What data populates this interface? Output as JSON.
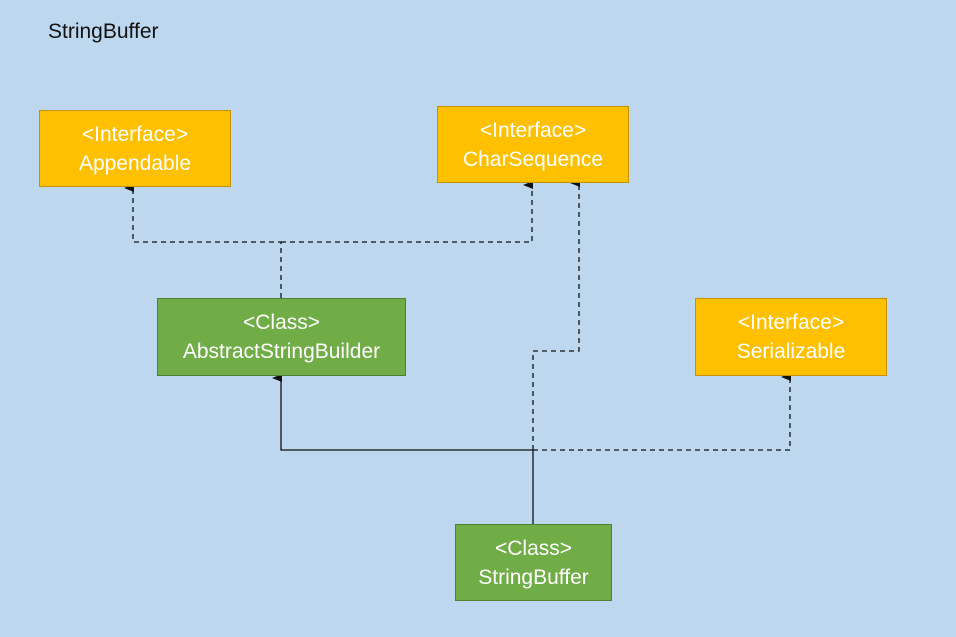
{
  "title": "StringBuffer",
  "colors": {
    "background": "#bdd7ee",
    "interface_fill": "#ffc000",
    "class_fill": "#70ad47",
    "node_text": "#ffffff",
    "line": "#111111"
  },
  "nodes": {
    "appendable": {
      "stereotype": "<Interface>",
      "name": "Appendable"
    },
    "charsequence": {
      "stereotype": "<Interface>",
      "name": "CharSequence"
    },
    "abstract_string_builder": {
      "stereotype": "<Class>",
      "name": "AbstractStringBuilder"
    },
    "serializable": {
      "stereotype": "<Interface>",
      "name": "Serializable"
    },
    "string_buffer": {
      "stereotype": "<Class>",
      "name": "StringBuffer"
    }
  },
  "relationships": [
    {
      "from": "AbstractStringBuilder",
      "to": "Appendable",
      "kind": "implements",
      "style": "dashed"
    },
    {
      "from": "AbstractStringBuilder",
      "to": "CharSequence",
      "kind": "implements",
      "style": "dashed"
    },
    {
      "from": "StringBuffer",
      "to": "AbstractStringBuilder",
      "kind": "extends",
      "style": "solid"
    },
    {
      "from": "StringBuffer",
      "to": "CharSequence",
      "kind": "implements",
      "style": "dashed"
    },
    {
      "from": "StringBuffer",
      "to": "Serializable",
      "kind": "implements",
      "style": "dashed"
    }
  ]
}
